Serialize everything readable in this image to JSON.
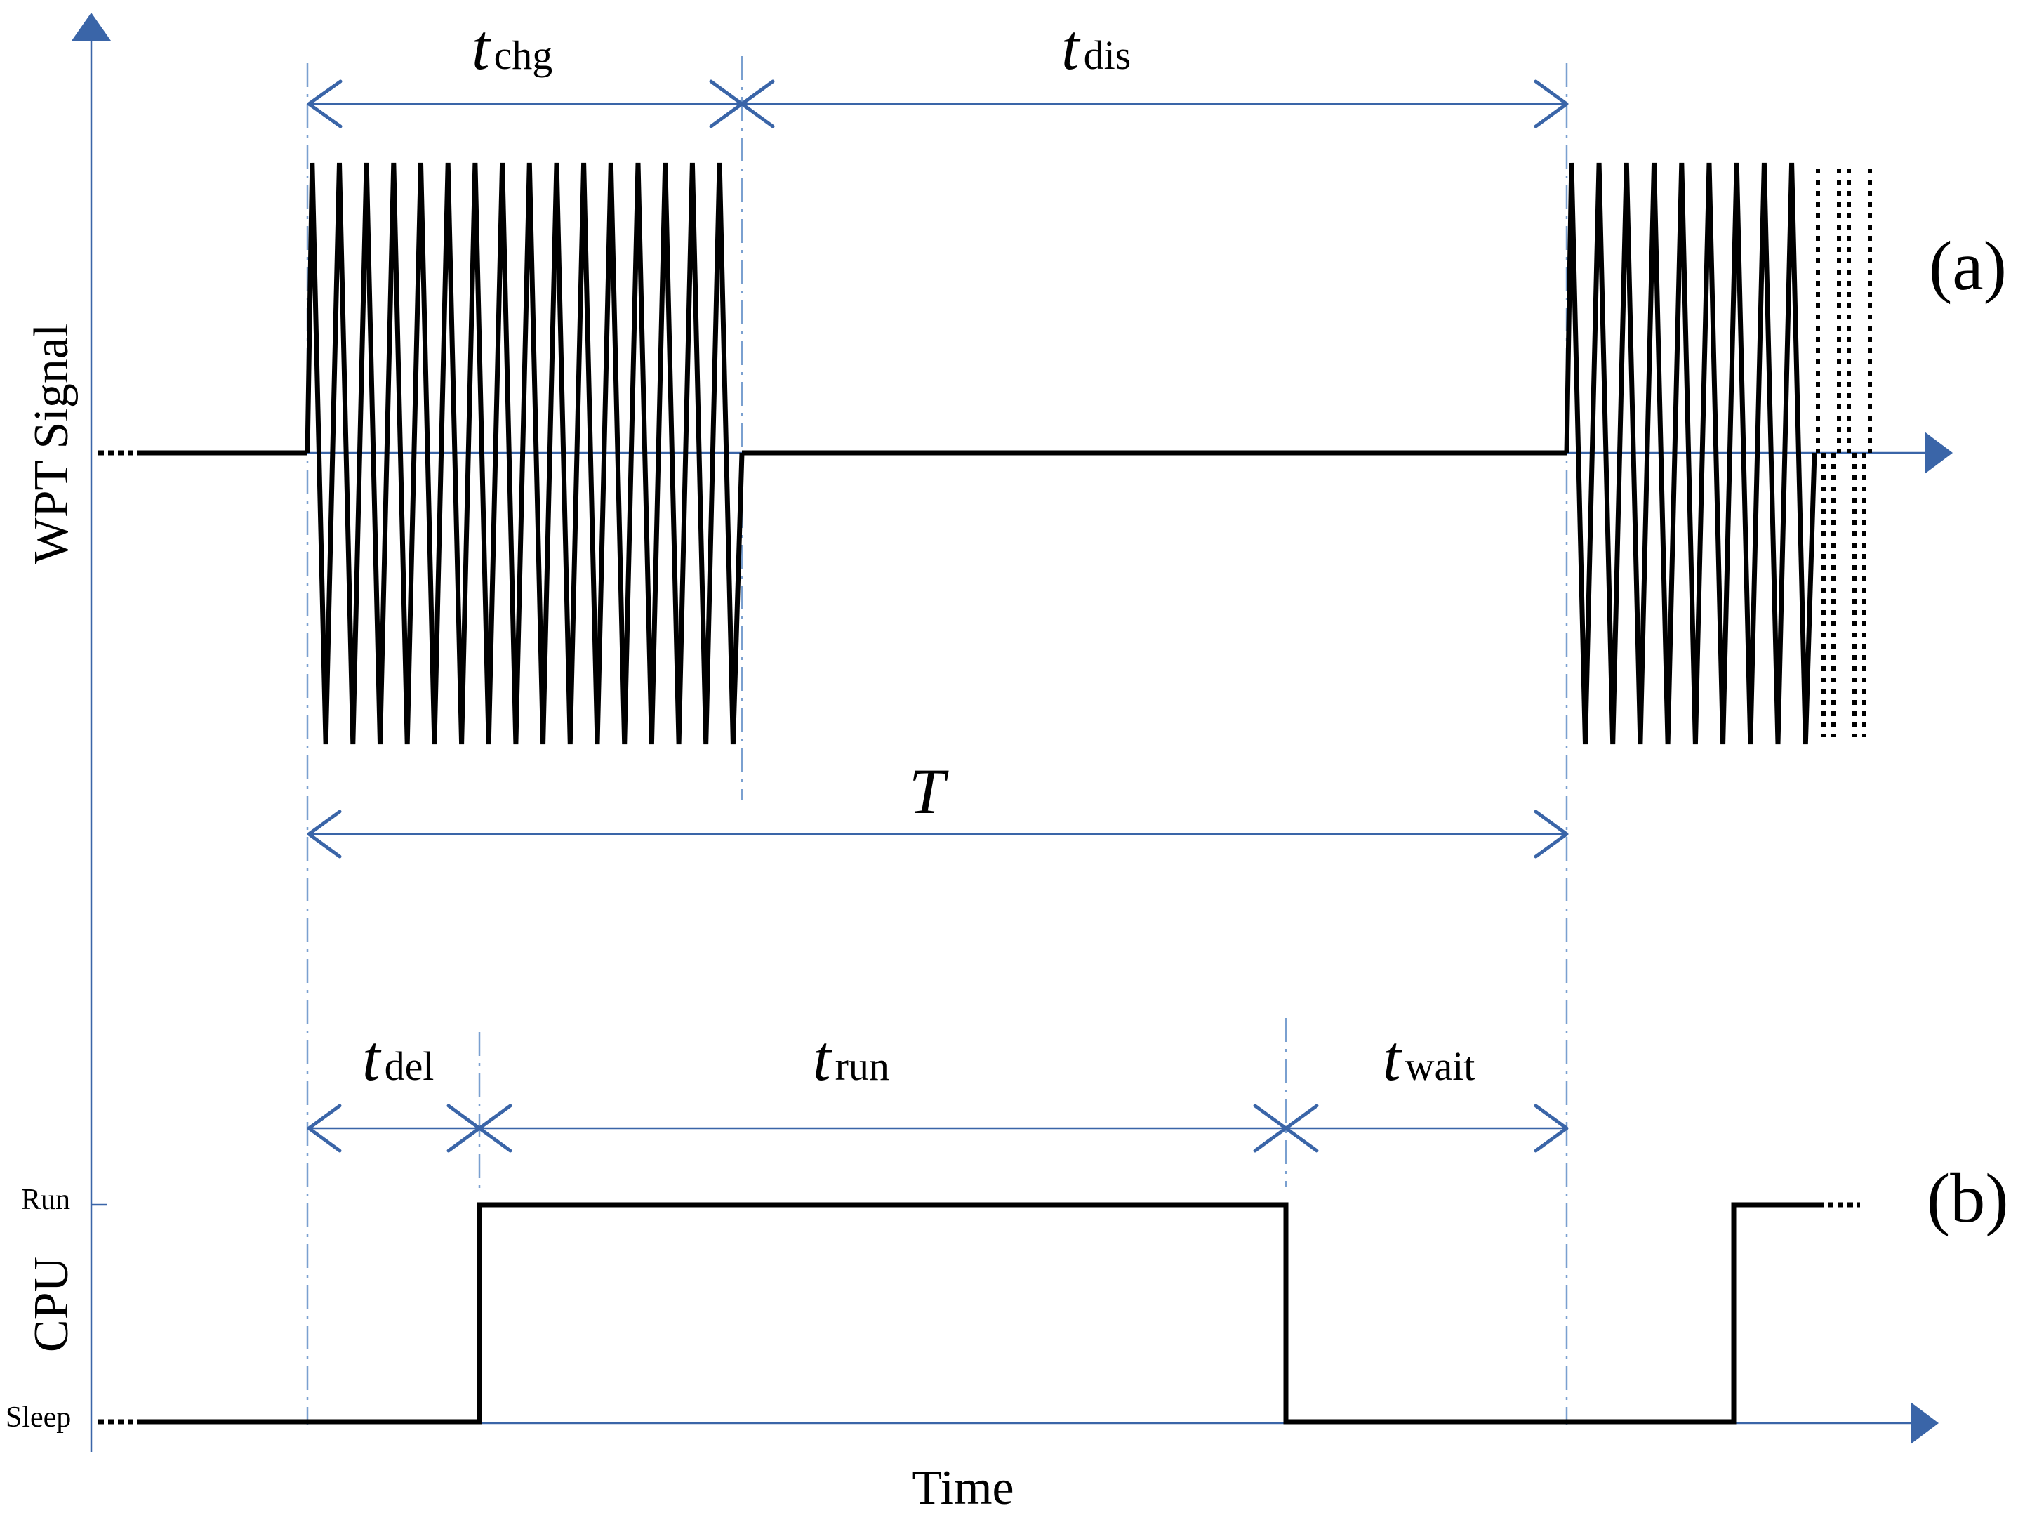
{
  "labels": {
    "t_chg": {
      "main": "t",
      "sub": "chg"
    },
    "t_dis": {
      "main": "t",
      "sub": "dis"
    },
    "T": "T",
    "t_del": {
      "main": "t",
      "sub": "del"
    },
    "t_run": {
      "main": "t",
      "sub": "run"
    },
    "t_wait": {
      "main": "t",
      "sub": "wait"
    },
    "panel_a": "(a)",
    "panel_b": "(b)",
    "y_axis_wpt": "WPT Signal",
    "y_axis_cpu": "CPU",
    "level_run": "Run",
    "level_sleep": "Sleep",
    "x_axis": "Time"
  },
  "colors": {
    "axis": "#3a65a8",
    "guide": "#7aa0d0",
    "signal": "#000000"
  }
}
